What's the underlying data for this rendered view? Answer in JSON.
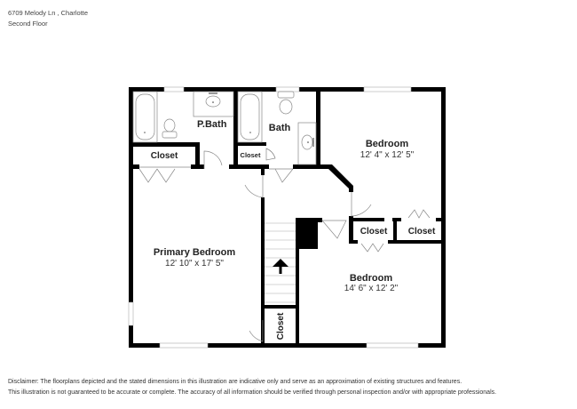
{
  "header": {
    "address": "6709 Melody Ln , Charlotte",
    "floor": "Second Floor"
  },
  "rooms": {
    "primary_bath": {
      "name": "P.Bath"
    },
    "bath": {
      "name": "Bath"
    },
    "bedroom_ne": {
      "name": "Bedroom",
      "dims": "12' 4\" x 12' 5\""
    },
    "primary_bedroom": {
      "name": "Primary Bedroom",
      "dims": "12' 10\" x 17' 5\""
    },
    "bedroom_se": {
      "name": "Bedroom",
      "dims": "14' 6\" x 12' 2\""
    }
  },
  "closets": {
    "primary_closet": "Closet",
    "bath_closet": "Closet",
    "bedroom_closet_left": "Closet",
    "bedroom_closet_right": "Closet",
    "hall_closet": "Closet"
  },
  "stairs": {
    "direction": "up-arrow-icon"
  },
  "colors": {
    "wall": "#000000",
    "fixture_stroke": "#888888",
    "text": "#222222"
  },
  "disclaimer": {
    "line1": "Disclaimer: The floorplans depicted and the stated dimensions in this illustration are indicative only and serve as an approximation of existing structures and features.",
    "line2": "This illustration is not guaranteed to be accurate or complete. The accuracy of all information should be verified through personal inspection and/or with appropriate professionals."
  }
}
